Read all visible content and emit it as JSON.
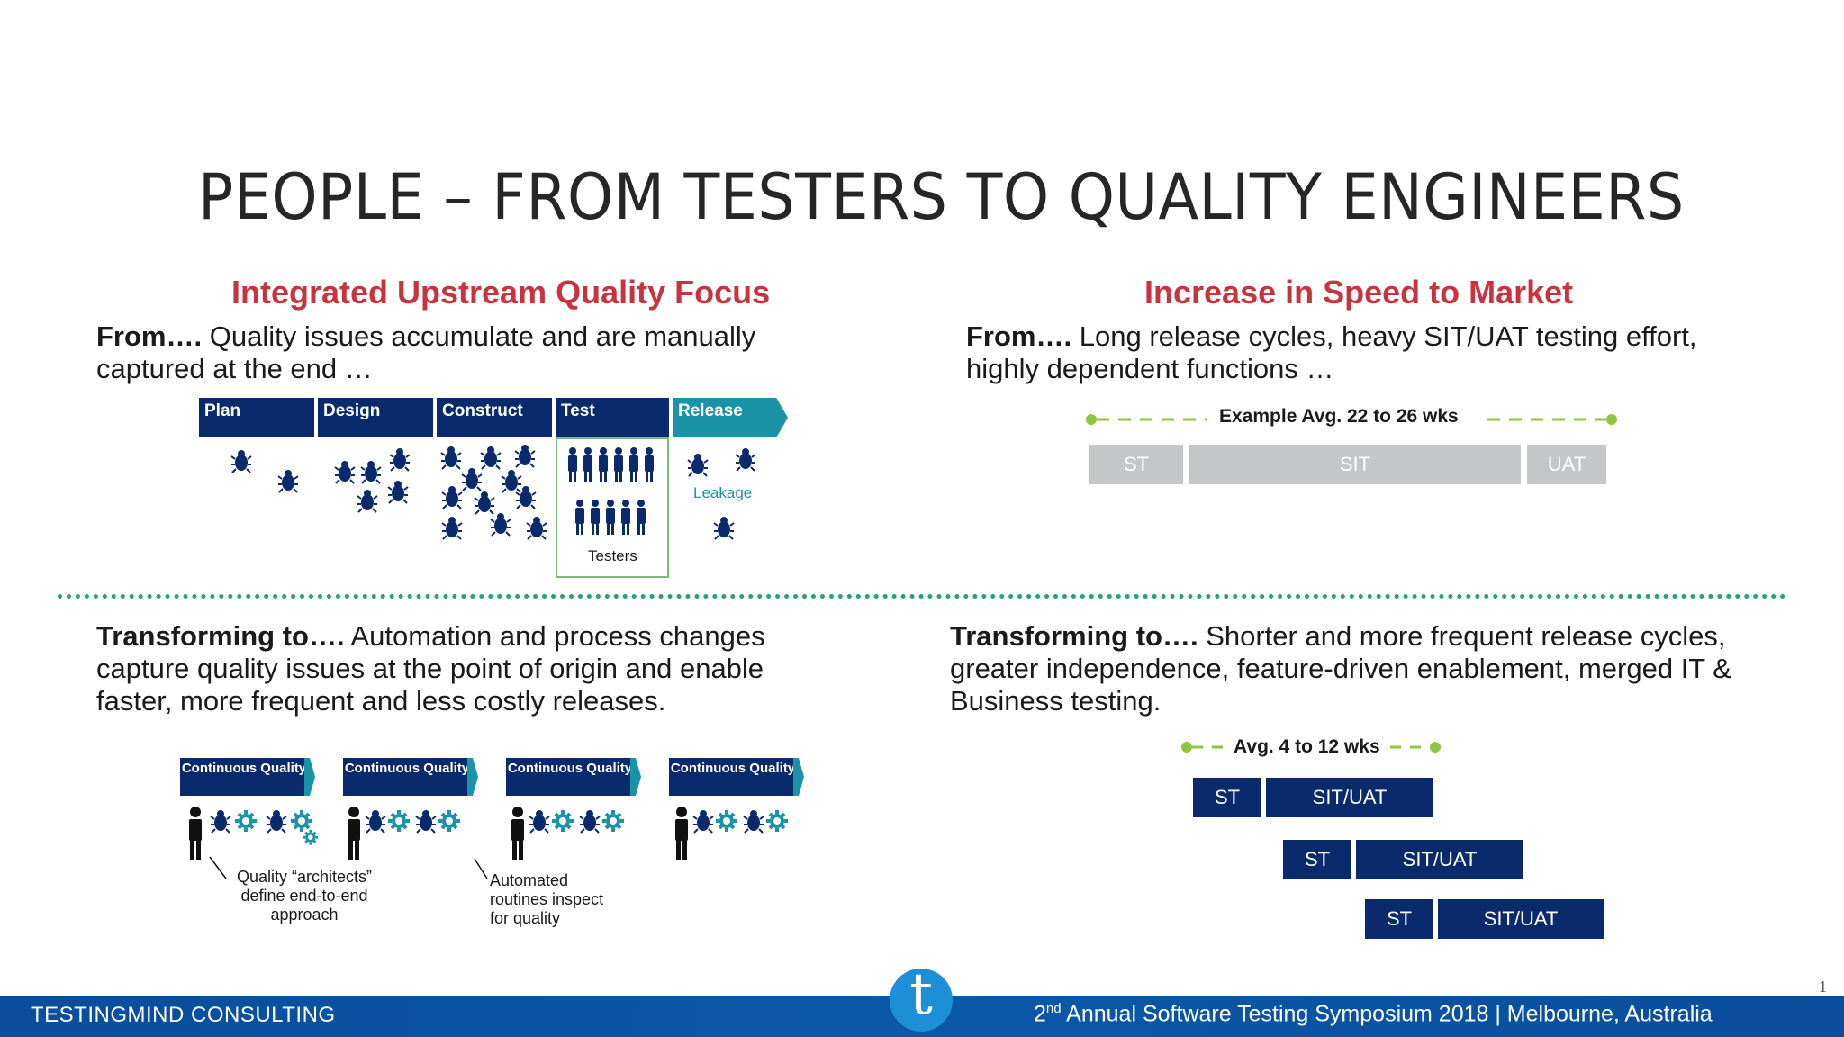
{
  "title": "PEOPLE – FROM TESTERS TO QUALITY ENGINEERS",
  "left": {
    "heading": "Integrated Upstream Quality Focus",
    "from_label": "From….",
    "from_text": " Quality issues accumulate and are manually captured at the end …",
    "phases": [
      "Plan",
      "Design",
      "Construct",
      "Test",
      "Release"
    ],
    "testers_label": "Testers",
    "leakage_label": "Leakage",
    "to_label": "Transforming to….",
    "to_text": " Automation and process changes capture quality issues at the point of origin and enable faster, more frequent and less costly releases.",
    "cq_label": "Continuous Quality",
    "cq_count": 4,
    "architects_label": "Quality “architects” define end-to-end approach",
    "automated_label": "Automated routines inspect for quality"
  },
  "right": {
    "heading": "Increase in Speed to Market",
    "from_label": "From….",
    "from_text": " Long release cycles, heavy SIT/UAT testing effort, highly dependent functions …",
    "example_label": "Example Avg. 22 to 26 wks",
    "old_bars": [
      "ST",
      "SIT",
      "UAT"
    ],
    "to_label": "Transforming to….",
    "to_text": " Shorter and more frequent release cycles, greater independence, feature-driven enablement, merged IT & Business testing.",
    "avg_label": "Avg. 4 to 12 wks",
    "new_rows": [
      {
        "st": "ST",
        "sit": "SIT/UAT"
      },
      {
        "st": "ST",
        "sit": "SIT/UAT"
      },
      {
        "st": "ST",
        "sit": "SIT/UAT"
      }
    ]
  },
  "footer": {
    "company": "TESTINGMIND CONSULTING",
    "event_prefix": "2",
    "event_sup": "nd",
    "event_text": " Annual Software Testing Symposium 2018 | Melbourne, Australia",
    "logo_letter": "t",
    "page_number": "1"
  },
  "colors": {
    "navy": "#0a2a6b",
    "teal": "#1a93a6",
    "accent_red": "#c7343f",
    "grey_bar": "#c4c6c8",
    "green_dash": "#8dc63f",
    "footer_blue": "#0b58a8"
  }
}
